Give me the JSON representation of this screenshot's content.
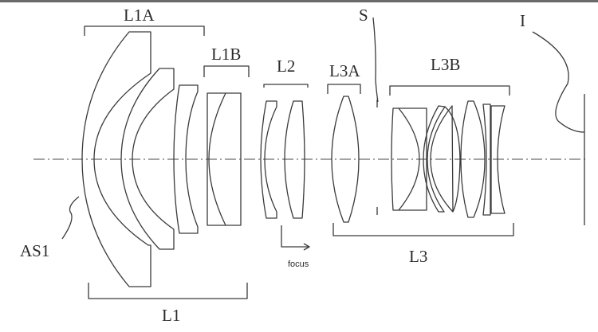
{
  "diagram": {
    "type": "optical-lens-layout",
    "labels": {
      "L1A": "L1A",
      "L1B": "L1B",
      "L2": "L2",
      "L3A": "L3A",
      "L3B": "L3B",
      "L1": "L1",
      "L3": "L3",
      "S": "S",
      "I": "I",
      "AS1": "AS1",
      "focus": "focus"
    },
    "groups": [
      {
        "id": "L1",
        "subgroups": [
          "L1A",
          "L1B"
        ]
      },
      {
        "id": "L2",
        "movement": "focus"
      },
      {
        "id": "L3",
        "subgroups": [
          "L3A",
          "L3B"
        ]
      }
    ],
    "stop": "S",
    "image_plane": "I",
    "aspheric_surface": "AS1",
    "colors": {
      "line": "#3a3a3a",
      "background": "#ffffff"
    }
  }
}
